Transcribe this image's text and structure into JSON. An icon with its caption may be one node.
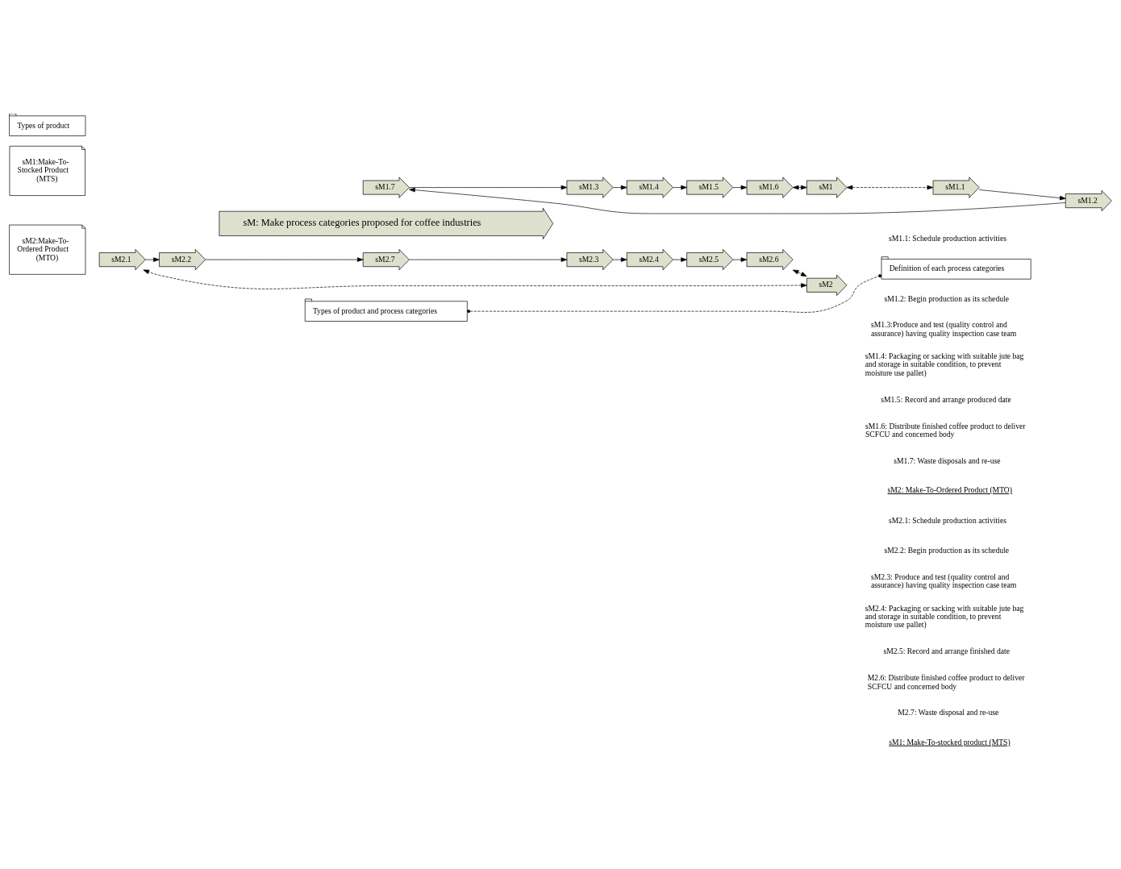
{
  "diagram": {
    "nodes": [
      {
        "text": [
          "sM: Make process categories proposed for coffee industries"
        ]
      },
      {
        "text": [
          "Types of product"
        ]
      },
      {
        "text": [
          "Types of product and process categories"
        ]
      },
      {
        "text": [
          "Definition of each process categories"
        ]
      },
      {
        "text": [
          "sM1:Make-To-Stocked Product (MTS)"
        ]
      },
      {
        "text": [
          "sM2:Make-To-Ordered Product (MTO)"
        ]
      },
      {
        "text": [
          "sM1"
        ]
      },
      {
        "text": [
          "sM1.1"
        ]
      },
      {
        "text": [
          "sM1.2"
        ]
      },
      {
        "text": [
          "sM1.7"
        ]
      },
      {
        "text": [
          "sM1.3"
        ]
      },
      {
        "text": [
          "sM1.4"
        ]
      },
      {
        "text": [
          "sM1.5"
        ]
      },
      {
        "text": [
          "sM1.6"
        ]
      },
      {
        "text": [
          "sM2"
        ]
      },
      {
        "text": [
          "sM2.1"
        ]
      },
      {
        "text": [
          "sM2.2"
        ]
      },
      {
        "text": [
          "sM2.7"
        ]
      },
      {
        "text": [
          "sM2.3"
        ]
      },
      {
        "text": [
          "sM2.4"
        ]
      },
      {
        "text": [
          "sM2.5"
        ]
      },
      {
        "text": [
          "sM2.6"
        ]
      }
    ],
    "edges": [
      {
        "from": 2,
        "to": 3,
        "arrow": "other",
        "style": "dashed"
      },
      {
        "from": 6,
        "to": 7,
        "arrow": "both",
        "style": "dashed"
      },
      {
        "from": 7,
        "to": 8,
        "arrow": "to"
      },
      {
        "from": 8,
        "to": 9,
        "arrow": "to"
      },
      {
        "from": 9,
        "to": 10,
        "arrow": "to"
      },
      {
        "from": 10,
        "to": 11,
        "arrow": "to"
      },
      {
        "from": 11,
        "to": 12,
        "arrow": "to"
      },
      {
        "from": 12,
        "to": 13,
        "arrow": "to"
      },
      {
        "from": 13,
        "to": 6,
        "arrow": "both",
        "style": "dashed"
      },
      {
        "from": 14,
        "to": 15,
        "arrow": "both",
        "style": "dashed"
      },
      {
        "from": 15,
        "to": 16,
        "arrow": "to"
      },
      {
        "from": 16,
        "to": 17,
        "arrow": "to"
      },
      {
        "from": 17,
        "to": 18,
        "arrow": "to"
      },
      {
        "from": 18,
        "to": 19,
        "arrow": "to"
      },
      {
        "from": 19,
        "to": 20,
        "arrow": "to"
      },
      {
        "from": 20,
        "to": 21,
        "arrow": "to"
      },
      {
        "from": 21,
        "to": 14,
        "arrow": "both",
        "style": "dashed"
      }
    ],
    "labels": [
      "sM1: Make-To-stocked product (MTS)",
      "sM1.1: Schedule production activities",
      "sM1.2: Begin production as its schedule",
      "sM1.3:Produce and test (quality control and assurance) having quality inspection case team",
      "sM1.4: Packaging or sacking with suitable jute bag and storage in suitable condition, to prevent moisture use pallet)",
      "sM1.5: Record and arrange produced date",
      "sM1.6: Distribute finished coffee product to deliver SCFCU and concerned body",
      "sM1.7: Waste disposals and re-use",
      "sM2: Make-To-Ordered Product (MTO)",
      "sM2.1: Schedule production activities",
      "sM2.2: Begin production as its schedule",
      "sM2.3: Produce and test (quality control and assurance) having quality inspection case team",
      "sM2.4: Packaging or sacking with suitable jute bag and storage in suitable condition, to prevent moisture use pallet)",
      "sM2.5: Record and arrange finished date",
      "M2.6: Distribute finished coffee product to deliver SCFCU and concerned body",
      "M2.7: Waste disposal and re-use"
    ]
  }
}
